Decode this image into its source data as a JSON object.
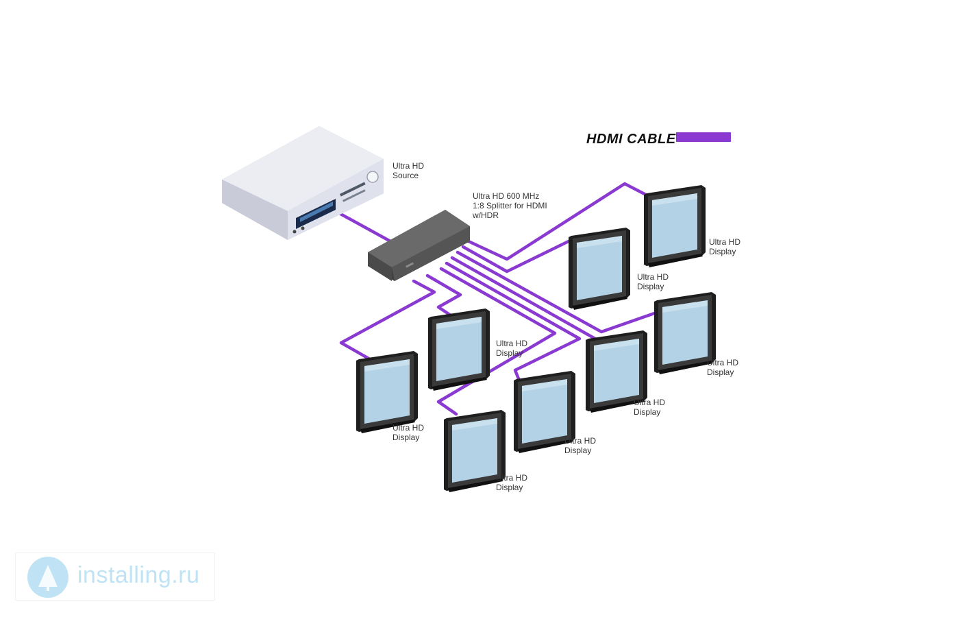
{
  "legend": {
    "title": "HDMI CABLE",
    "cable_color": "#8a3ad0"
  },
  "source": {
    "label_line1": "Ultra HD",
    "label_line2": "Source",
    "icon": "media-player-icon"
  },
  "splitter": {
    "label_line1": "Ultra HD 600 MHz",
    "label_line2": "1:8 Splitter for HDMI",
    "label_line3": "w/HDR",
    "icon": "splitter-box-icon"
  },
  "displays": [
    {
      "label_line1": "Ultra HD",
      "label_line2": "Display"
    },
    {
      "label_line1": "Ultra HD",
      "label_line2": "Display"
    },
    {
      "label_line1": "Ultra HD",
      "label_line2": "Display"
    },
    {
      "label_line1": "Ultra HD",
      "label_line2": "Display"
    },
    {
      "label_line1": "Ultra HD",
      "label_line2": "Display"
    },
    {
      "label_line1": "Ultra HD",
      "label_line2": "Display"
    },
    {
      "label_line1": "Ultra HD",
      "label_line2": "Display"
    },
    {
      "label_line1": "Ultra HD",
      "label_line2": "Display"
    }
  ],
  "watermark": {
    "text": "installing.ru",
    "icon": "tree-badge-icon"
  },
  "colors": {
    "display_bezel": "#2b2b2b",
    "display_screen": "#b3d2e6",
    "splitter_body": "#5b5b5b",
    "source_body": "#dfe2ec",
    "watermark": "#bfe3f4"
  }
}
